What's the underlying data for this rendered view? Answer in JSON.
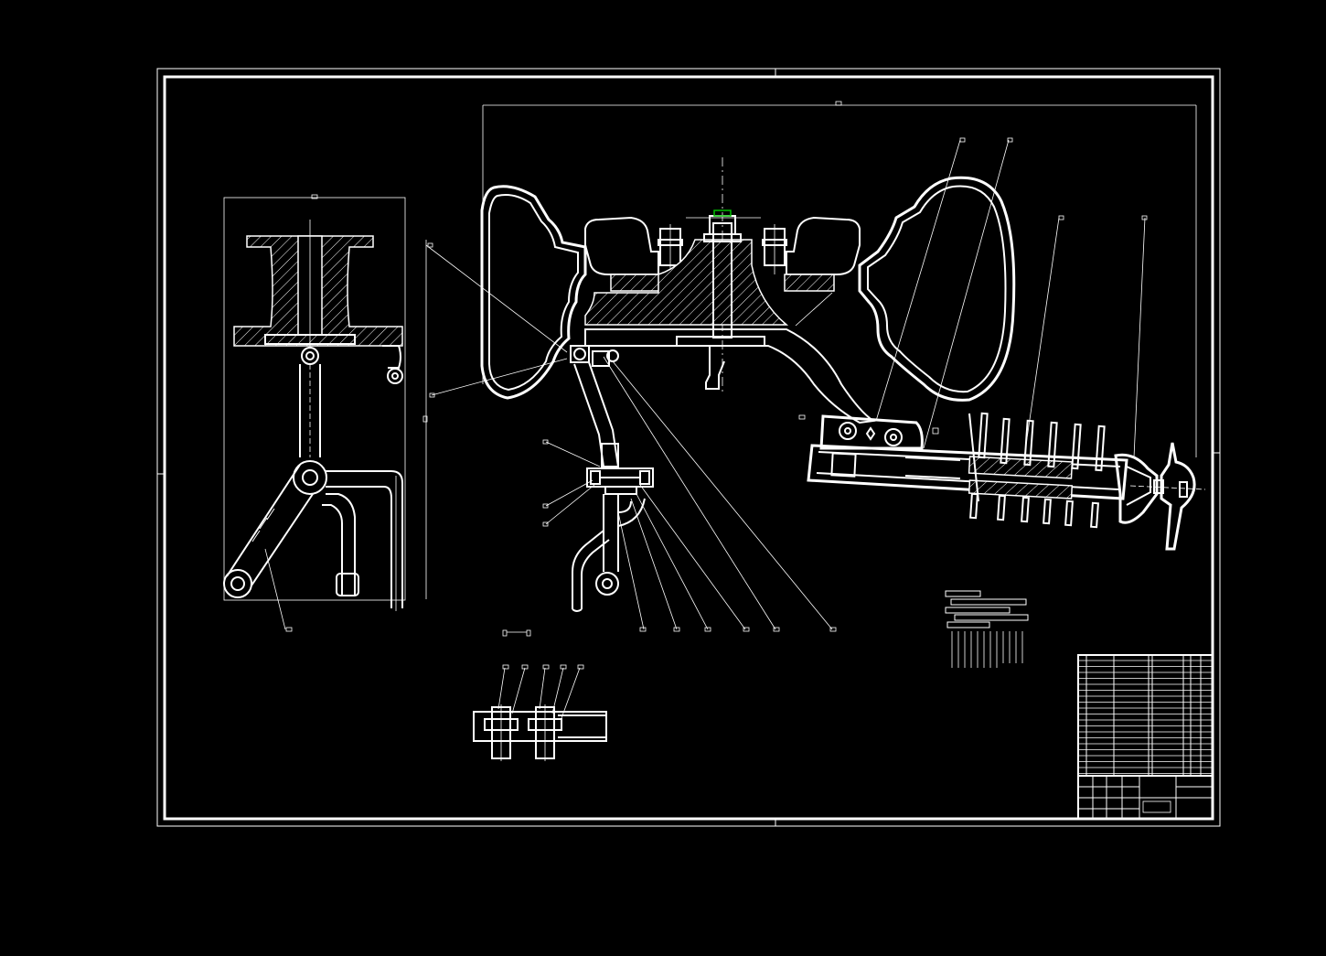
{
  "drawing": {
    "background": "#000000",
    "line_color": "#ffffff",
    "accent_color": "#00c000",
    "views": [
      "front-section-assembly",
      "side-view-linkage",
      "detail-hinge-view"
    ],
    "title_block": {
      "visible": true
    },
    "parts_list": {
      "visible": true
    },
    "leader_callouts": {
      "count": 24
    }
  }
}
